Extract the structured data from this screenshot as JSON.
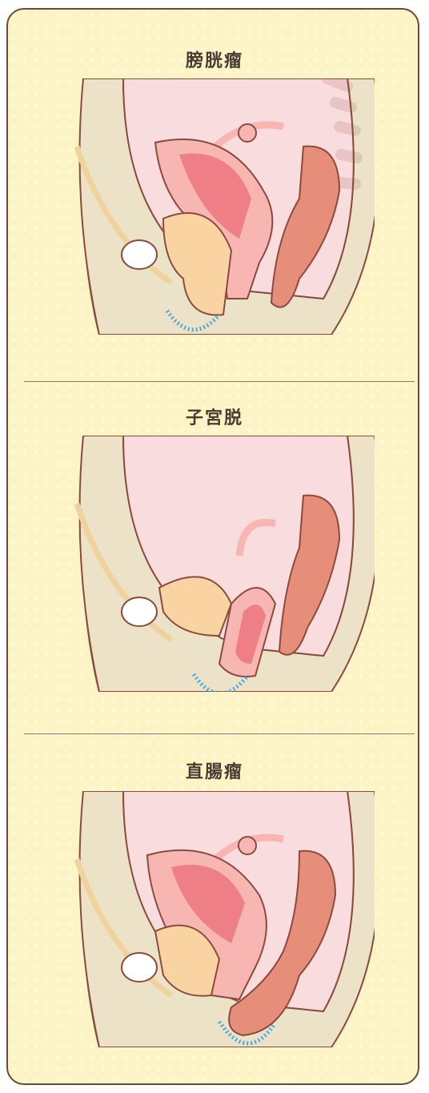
{
  "panels": [
    {
      "title": "膀胱瘤",
      "highlight": "bladder"
    },
    {
      "title": "子宮脱",
      "highlight": "uterus"
    },
    {
      "title": "直腸瘤",
      "highlight": "rectum"
    }
  ],
  "colors": {
    "outline": "#8b4a3e",
    "skin": "#f6caa1",
    "bone": "#ece2c8",
    "cavity": "#f9dcdd",
    "uterus": "#f7b6b2",
    "uterus_inner": "#ee7f86",
    "bladder": "#f9d3a1",
    "colon": "#e68e7a",
    "highlight": "#4aa9dc"
  }
}
